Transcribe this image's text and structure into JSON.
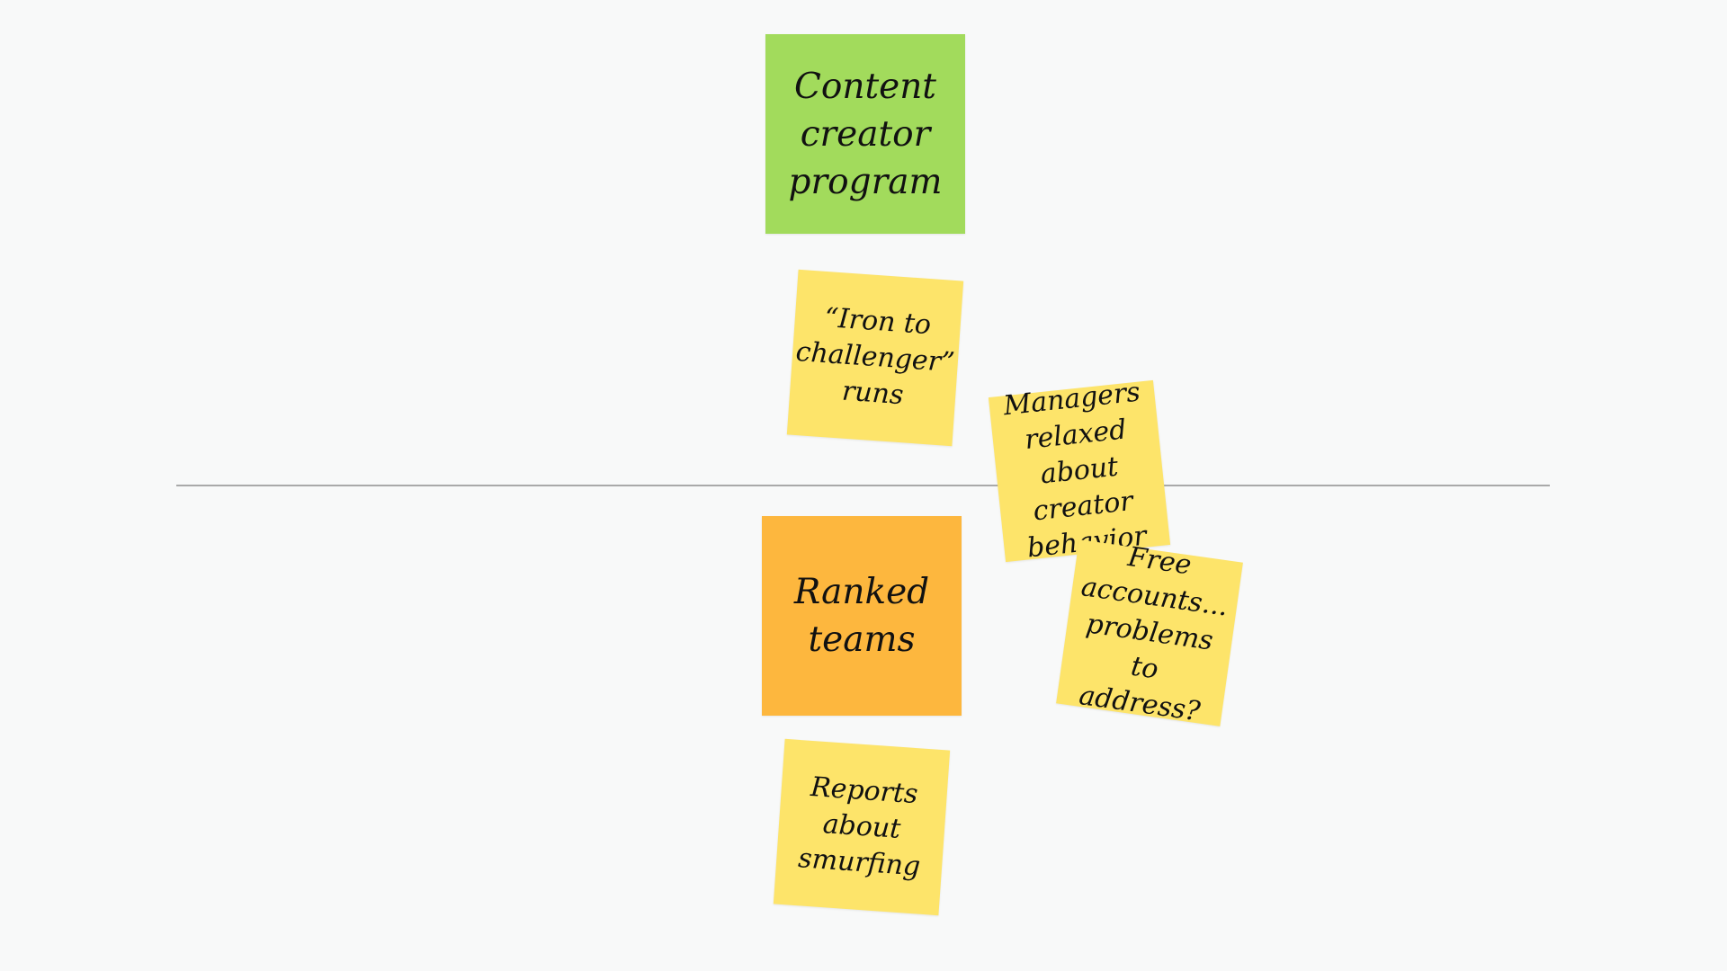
{
  "board": {
    "notes": {
      "content_creator": {
        "text": "Content\ncreator\nprogram",
        "color": "#a2db5c"
      },
      "iron_challenger": {
        "text": "“Iron to\nchallenger”\nruns",
        "color": "#fde46a"
      },
      "managers_relaxed": {
        "text": "Managers\nrelaxed about\ncreator\nbehavior",
        "color": "#fde46a"
      },
      "ranked_teams": {
        "text": "Ranked\nteams",
        "color": "#fdb73e"
      },
      "free_accounts": {
        "text": "Free\naccounts...\nproblems to\naddress?",
        "color": "#fde46a"
      },
      "smurfing_reports": {
        "text": "Reports\nabout\nsmurfing",
        "color": "#fde46a"
      }
    },
    "divider_color": "#a9a9a9",
    "background": "#f8f9f9"
  }
}
